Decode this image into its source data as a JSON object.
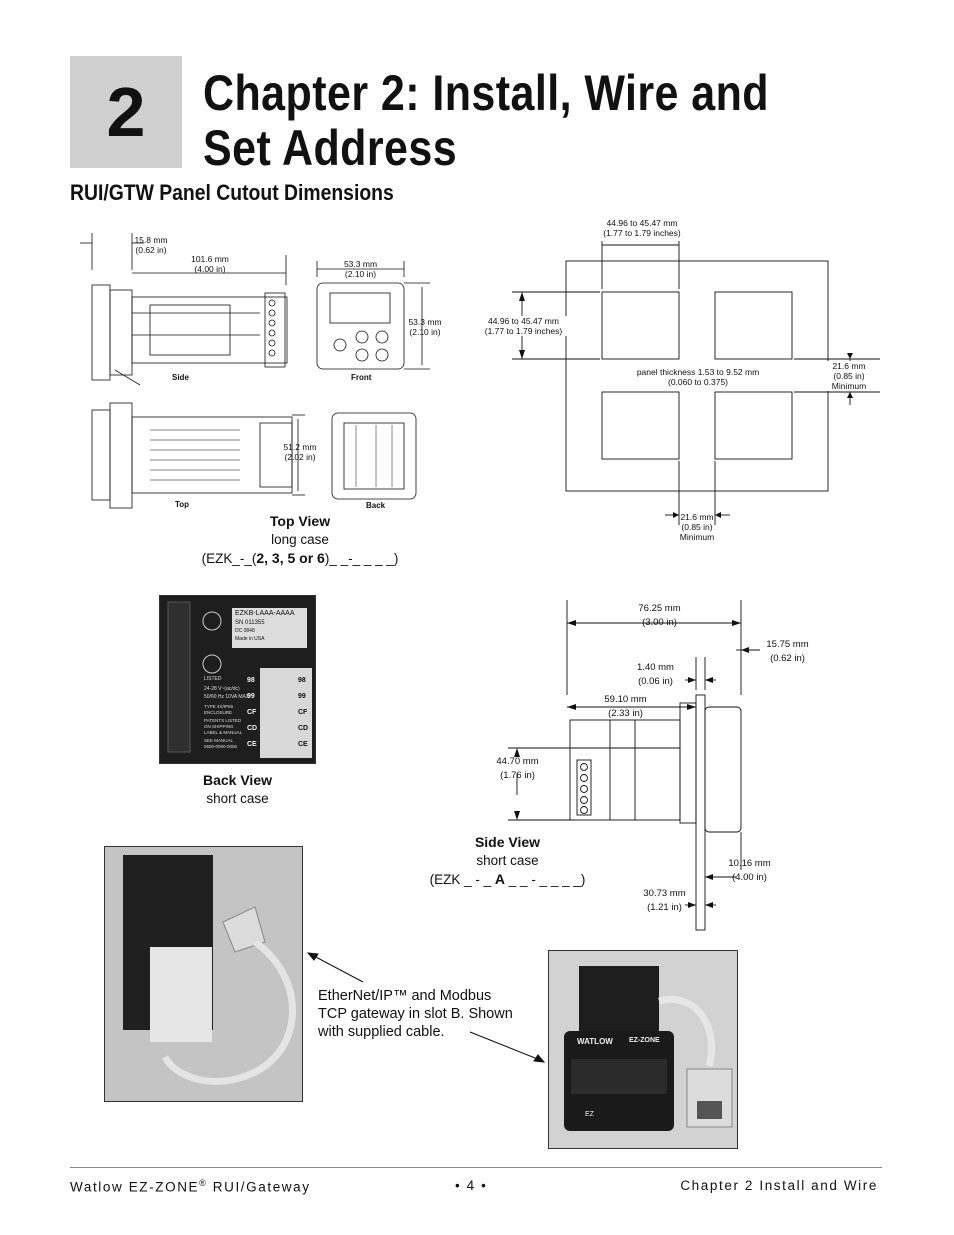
{
  "chapter": {
    "number": "2",
    "title_line1": "Chapter 2: Install, Wire and",
    "title_line2": "Set Address"
  },
  "section_title": "RUI/GTW Panel Cutout Dimensions",
  "long_case": {
    "dims": {
      "d1": [
        "15.8 mm",
        "(0.62 in)"
      ],
      "d2": [
        "101.6 mm",
        "(4.00 in)"
      ],
      "d3": [
        "53.3 mm",
        "(2.10 in)"
      ],
      "d4": [
        "53.3 mm",
        "(2.10 in)"
      ],
      "d5": [
        "51.2 mm",
        "(2.02 in)"
      ]
    },
    "view_labels": {
      "side": "Side",
      "front": "Front",
      "top": "Top",
      "back": "Back"
    },
    "caption": {
      "title": "Top View",
      "line2": "long case",
      "line3_pre": "(EZK_-_(",
      "line3_bold": "2, 3, 5 or 6",
      "line3_post": ")_ _-_ _ _ _)"
    }
  },
  "cutout": {
    "top": [
      "44.96 to 45.47 mm",
      "(1.77 to 1.79 inches)"
    ],
    "left": [
      "44.96 to 45.47 mm",
      "(1.77 to 1.79 inches)"
    ],
    "thickness": [
      "panel thickness 1.53 to 9.52 mm",
      "(0.060  to 0.375)"
    ],
    "right": [
      "21.6 mm",
      "(0.85 in)",
      "Minimum"
    ],
    "bottom": [
      "21.6 mm",
      "(0.85 in)",
      "Minimum"
    ]
  },
  "back_view": {
    "caption": {
      "title": "Back View",
      "line2": "short case"
    },
    "photo_text": {
      "label1": "EZKB-LAAA-AAAA",
      "label2": "SN 011355",
      "label3": "DC 0848",
      "label4": "Made in USA",
      "terms": [
        "98",
        "99",
        "CF",
        "CD",
        "CE"
      ],
      "listed": "LISTED",
      "volt": "24-28 V~(ac/dc)",
      "hz": "50/60 Hz 10VA MAX",
      "type": "TYPE 4X/IP66",
      "enclosure": "ENCLOSURE",
      "patents1": "PATENTS LISTED",
      "patents2": "ON SHIPPING",
      "patents3": "LABEL & MANUAL",
      "manual1": "SEE MANUAL",
      "manual2": "0600-0060-0000"
    }
  },
  "side_view": {
    "dims": {
      "a": [
        "76.25 mm",
        "(3.00 in)"
      ],
      "b": [
        "15.75 mm",
        "(0.62 in)"
      ],
      "c": [
        "1.40 mm",
        "(0.06 in)"
      ],
      "d": [
        "59.10 mm",
        "(2.33 in)"
      ],
      "e": [
        "44.70 mm",
        "(1.76 in)"
      ],
      "f": [
        "10.16 mm",
        "(4.00 in)"
      ],
      "g": [
        "30.73 mm",
        "(1.21 in)"
      ]
    },
    "caption": {
      "title": "Side View",
      "line2": "short case",
      "pre": "(EZK _ - _ ",
      "bold": "A",
      "post": " _ _ - _ _ _ _)"
    }
  },
  "gateway_note": "EtherNet/IP™ and Modbus TCP gateway in slot B. Shown with supplied cable.",
  "gateway_note_lines": [
    "EtherNet/IP™ and Modbus",
    "TCP gateway in slot B. Shown",
    "with supplied cable."
  ],
  "photo2": {
    "brand": "WATLOW",
    "model": "EZ-ZONE",
    "key": "EZ"
  },
  "footer": {
    "left": "Watlow EZ-ZONE",
    "reg": "®",
    "left2": " RUI/Gateway",
    "center": "•  4  •",
    "right": "Chapter 2 Install and Wire"
  }
}
